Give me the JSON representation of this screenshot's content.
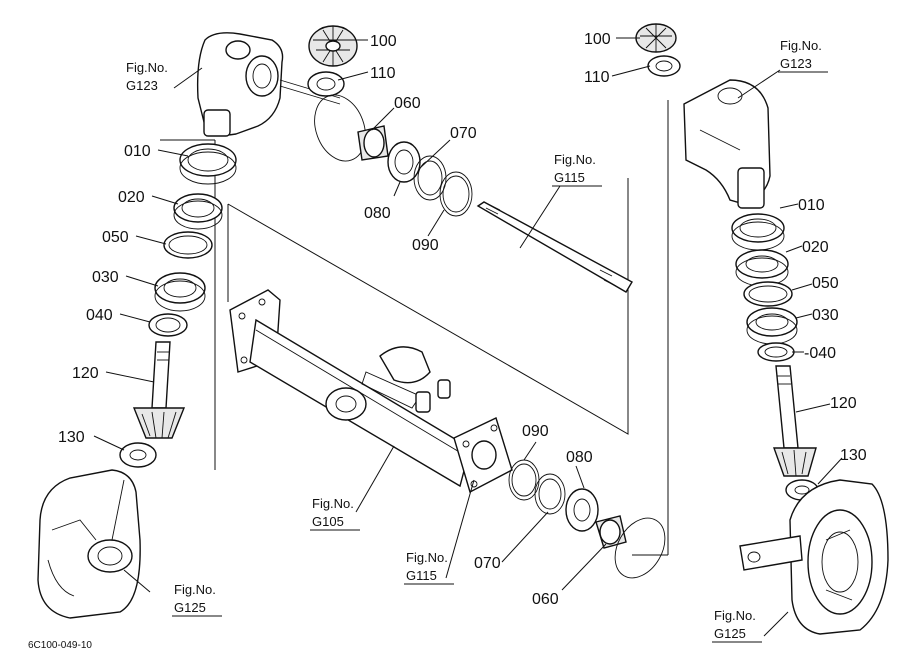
{
  "labels": {
    "l010a": "010",
    "l020a": "020",
    "l050a": "050",
    "l030a": "030",
    "l040a": "040",
    "l120a": "120",
    "l130a": "130",
    "l100a": "100",
    "l110a": "110",
    "l060a": "060",
    "l070a": "070",
    "l080a": "080",
    "l090a": "090",
    "l100b": "100",
    "l110b": "110",
    "l010b": "010",
    "l020b": "020",
    "l050b": "050",
    "l030b": "030",
    "l040b": "-040",
    "l120b": "120",
    "l130b": "130",
    "l090c": "090",
    "l080c": "080",
    "l070c": "070",
    "l060c": "060"
  },
  "figrefs": {
    "g123a": {
      "t": "Fig.No.",
      "n": "G123"
    },
    "g123b": {
      "t": "Fig.No.",
      "n": "G123"
    },
    "g115a": {
      "t": "Fig.No.",
      "n": "G115"
    },
    "g115b": {
      "t": "Fig.No.",
      "n": "G115"
    },
    "g105": {
      "t": "Fig.No.",
      "n": "G105"
    },
    "g125a": {
      "t": "Fig.No.",
      "n": "G125"
    },
    "g125b": {
      "t": "Fig.No.",
      "n": "G125"
    }
  },
  "drawing_code": "6C100-049-10"
}
